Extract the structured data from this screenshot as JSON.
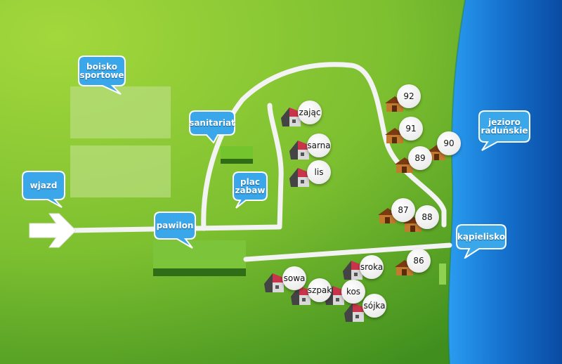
{
  "colors": {
    "grass_light": "#9fd53c",
    "grass_dark": "#3f8f1f",
    "lake_light": "#1e8fe0",
    "lake_dark": "#0b4fa8",
    "path": "#f2f2f2",
    "bubble_fill": "#3aa7ea",
    "badge_fill": "#ffffff"
  },
  "labels": {
    "boisko": "boisko\nsportowe",
    "sanitariat": "sanitariat",
    "wjazd": "wjazd",
    "plac_zabaw": "plac\nzabaw",
    "pawilon": "pawilon",
    "jezioro": "jezioro\nraduńskie",
    "kapielisko": "kąpielisko"
  },
  "cabins": {
    "c92": "92",
    "c91": "91",
    "c89": "89",
    "c90": "90",
    "c87": "87",
    "c88": "88",
    "c86": "86"
  },
  "houses": {
    "zajac": "zając",
    "sarna": "sarna",
    "lis": "lis",
    "sowa": "sowa",
    "szpak": "szpak",
    "kos": "kos",
    "sroka": "sroka",
    "sojka": "sójka"
  },
  "icons": {
    "entrance_arrow": "arrow-right-icon",
    "cabin": "wooden-cabin-icon",
    "house": "red-roof-house-icon"
  }
}
